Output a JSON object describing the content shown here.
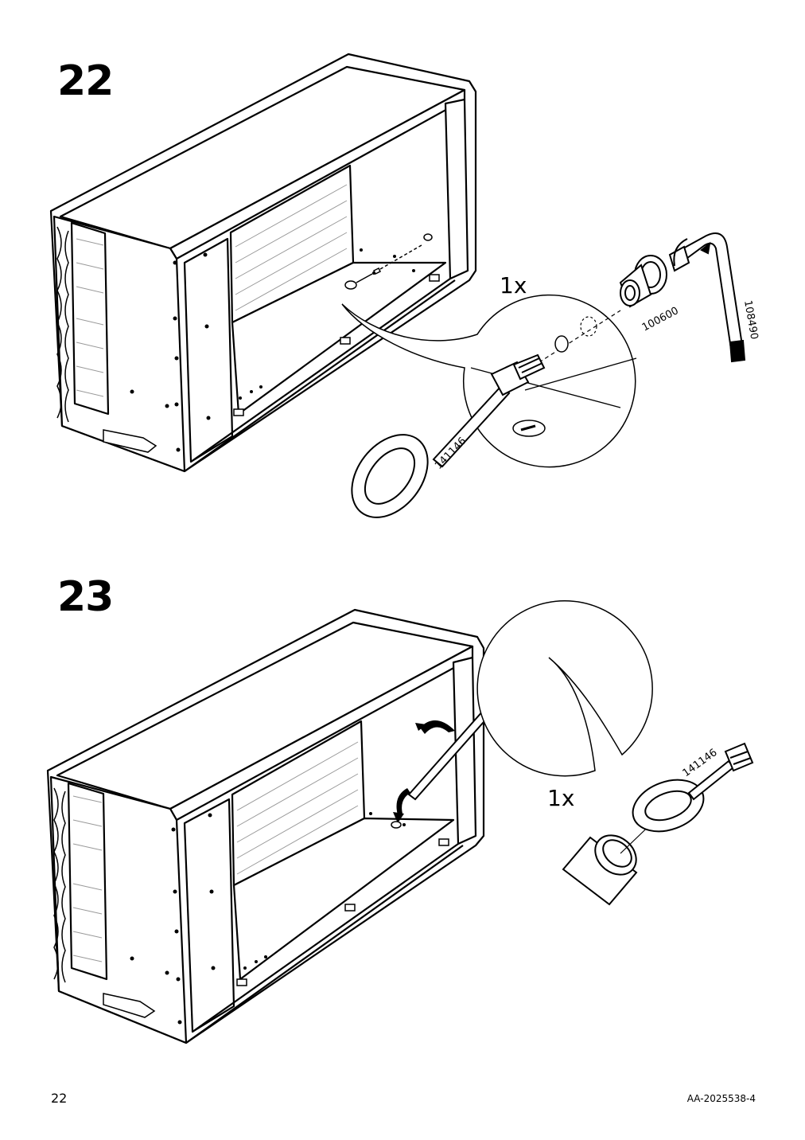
{
  "steps": [
    {
      "number": "22",
      "quantity": "1x",
      "parts": {
        "eye_bolt": "141146",
        "insert_nut": "100600",
        "allen_key": "108490"
      }
    },
    {
      "number": "23",
      "quantity": "1x",
      "parts": {
        "eye_bolt": "141146"
      }
    }
  ],
  "footer": {
    "page_number": "22",
    "doc_code": "AA-2025538-4"
  }
}
